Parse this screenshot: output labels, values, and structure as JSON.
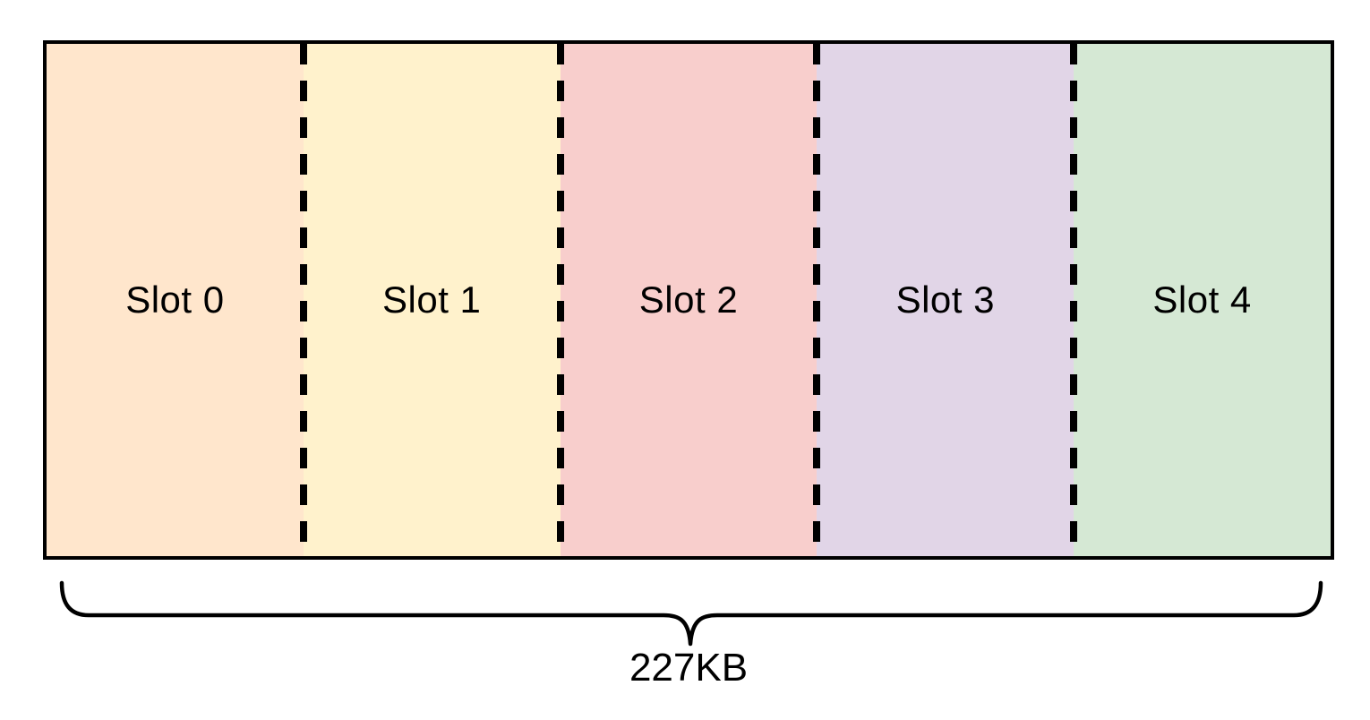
{
  "diagram": {
    "background_color": "#ffffff",
    "line_color": "#000000",
    "text_color": "#000000",
    "slots": [
      {
        "label": "Slot 0",
        "fill": "#FFE6CC"
      },
      {
        "label": "Slot 1",
        "fill": "#FFF2CC"
      },
      {
        "label": "Slot 2",
        "fill": "#F8CECC"
      },
      {
        "label": "Slot 3",
        "fill": "#E1D5E7"
      },
      {
        "label": "Slot 4",
        "fill": "#D5E8D4"
      }
    ],
    "total": {
      "label": "227KB"
    }
  }
}
